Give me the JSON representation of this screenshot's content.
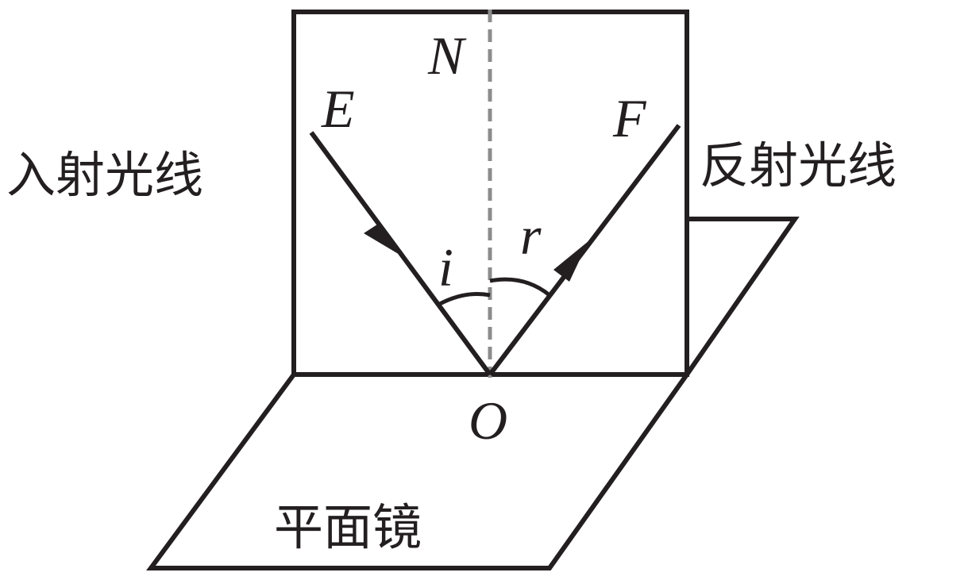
{
  "diagram": {
    "labels": {
      "normal": "N",
      "incident_point": "E",
      "reflected_point": "F",
      "incidence_point": "O",
      "incidence_angle": "i",
      "reflection_angle": "r",
      "incident_ray": "入射光线",
      "reflected_ray": "反射光线",
      "mirror": "平面镜"
    },
    "colors": {
      "stroke": "#231f20",
      "normal_line": "#8c8c8c"
    }
  }
}
